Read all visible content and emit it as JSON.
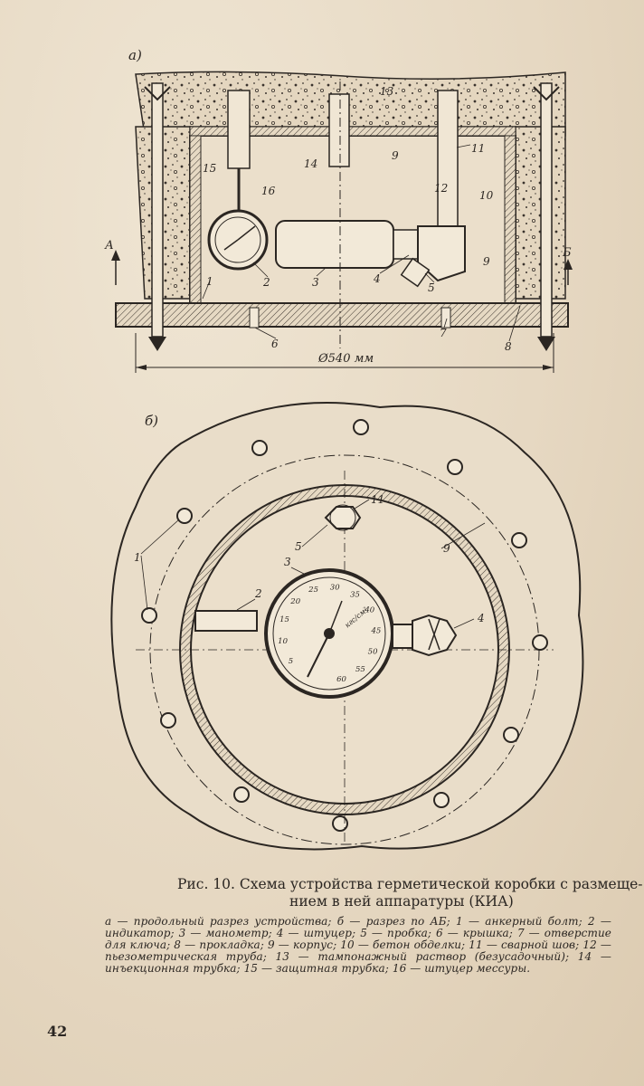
{
  "figure": {
    "panel_a_label": "а)",
    "panel_b_label": "б)",
    "dimension": "Ø540 мм",
    "section_a": "А",
    "section_b": "Б",
    "gauge_unit": "кгс/см²",
    "gauge_ticks": [
      "5",
      "10",
      "15",
      "20",
      "25",
      "30",
      "35",
      "40",
      "45",
      "50",
      "55",
      "60"
    ],
    "callouts_a": [
      "1",
      "2",
      "3",
      "4",
      "5",
      "6",
      "7",
      "8",
      "9",
      "9",
      "10",
      "11",
      "12",
      "13",
      "14",
      "15",
      "16"
    ],
    "callouts_b": [
      "1",
      "2",
      "3",
      "4",
      "5",
      "9",
      "11"
    ]
  },
  "caption": {
    "title_line1": "Рис. 10. Схема устройства герметической коробки с размеще-",
    "title_line2": "нием в ней аппаратуры (КИА)",
    "body": "а — продольный разрез устройства; б — разрез по АБ; 1 — анкерный болт; 2 — индикатор; 3 — манометр; 4 — штуцер; 5 — пробка; 6 — крышка; 7 — отверстие для ключа; 8 — прокладка; 9 — корпус; 10 — бетон обделки; 11 — сварной шов; 12 — пьезометрическая труба; 13 — тампонажный раствор (безусадочный); 14 — инъекционная трубка; 15 — защитная трубка; 16 — штуцер мессуры."
  },
  "page_number": "42"
}
